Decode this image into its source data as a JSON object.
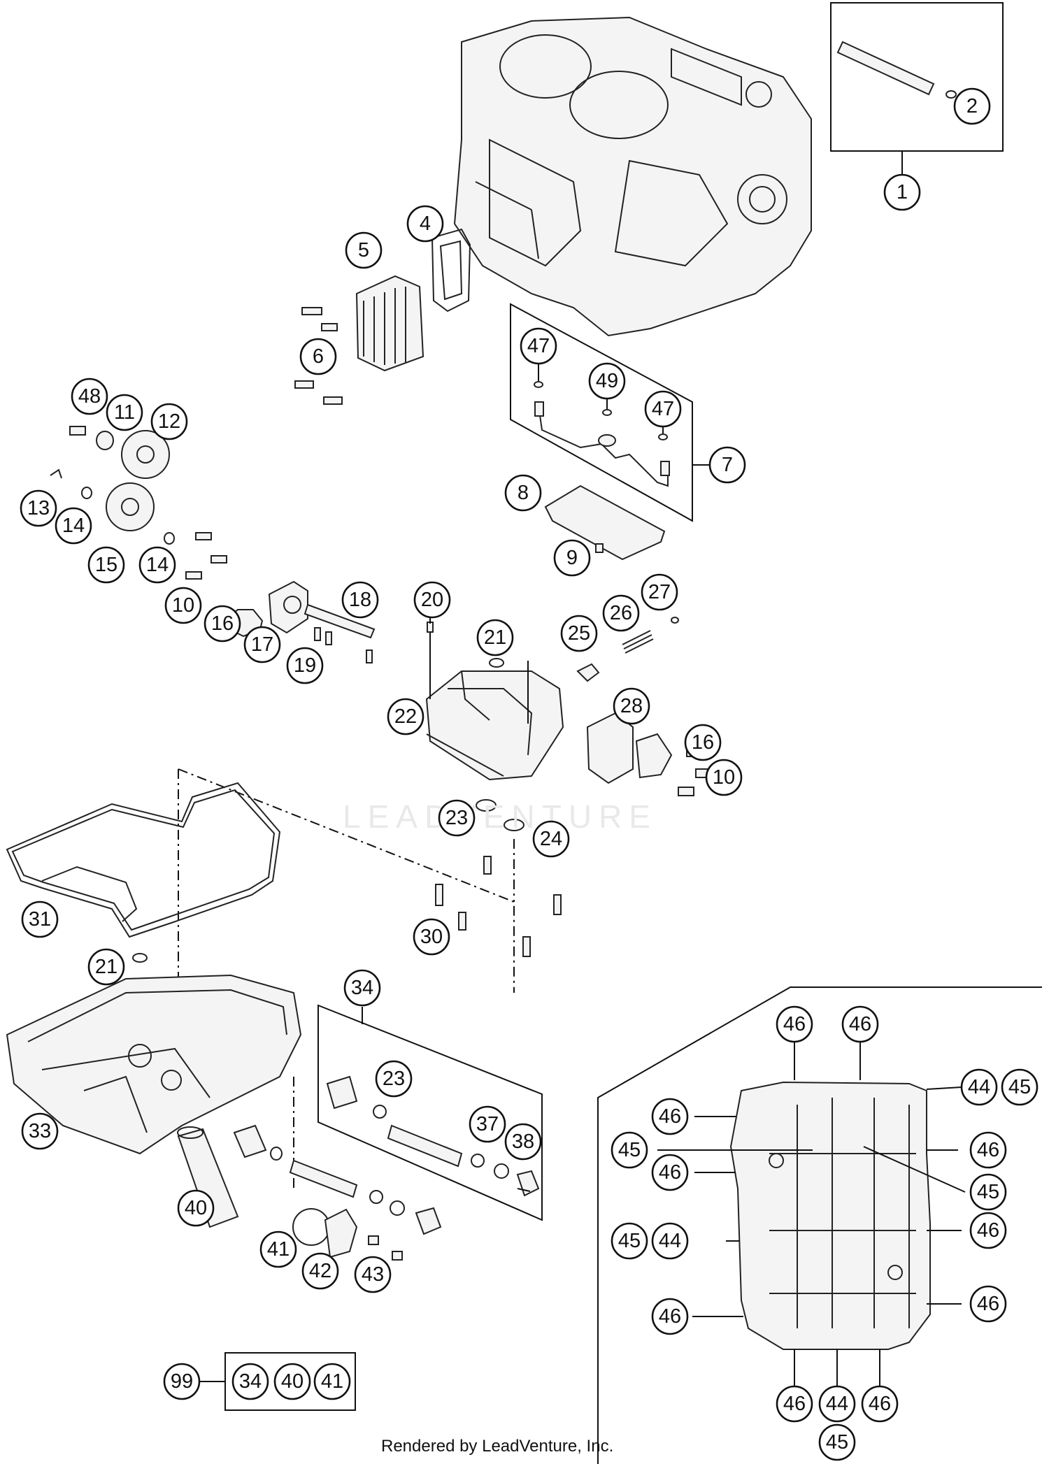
{
  "watermark": "LEADVENTURE",
  "footer": "Rendered by LeadVenture, Inc.",
  "callouts": {
    "c1": "1",
    "c2": "2",
    "c4": "4",
    "c5": "5",
    "c6": "6",
    "c7": "7",
    "c8": "8",
    "c9": "9",
    "c10a": "10",
    "c10b": "10",
    "c11": "11",
    "c12": "12",
    "c13": "13",
    "c14a": "14",
    "c14b": "14",
    "c15": "15",
    "c16a": "16",
    "c16b": "16",
    "c17": "17",
    "c18": "18",
    "c19": "19",
    "c20": "20",
    "c21a": "21",
    "c21b": "21",
    "c22": "22",
    "c23a": "23",
    "c23b": "23",
    "c24": "24",
    "c25": "25",
    "c26": "26",
    "c27": "27",
    "c28": "28",
    "c30": "30",
    "c31": "31",
    "c33": "33",
    "c34": "34",
    "c37": "37",
    "c38": "38",
    "c40": "40",
    "c41": "41",
    "c42": "42",
    "c43": "43",
    "c47a": "47",
    "c47b": "47",
    "c48": "48",
    "c49": "49",
    "c99": "99",
    "k34": "34",
    "k40": "40",
    "k41": "41",
    "d46a": "46",
    "d46b": "46",
    "d44a": "44",
    "d45a": "45",
    "d46c": "46",
    "d45b": "45",
    "d46d": "46",
    "d46e": "46",
    "d45c": "45",
    "d45d": "45",
    "d44b": "44",
    "d46f": "46",
    "d46g": "46",
    "d46h": "46",
    "d46i": "46",
    "d44c": "44",
    "d46j": "46",
    "d45e": "45"
  }
}
